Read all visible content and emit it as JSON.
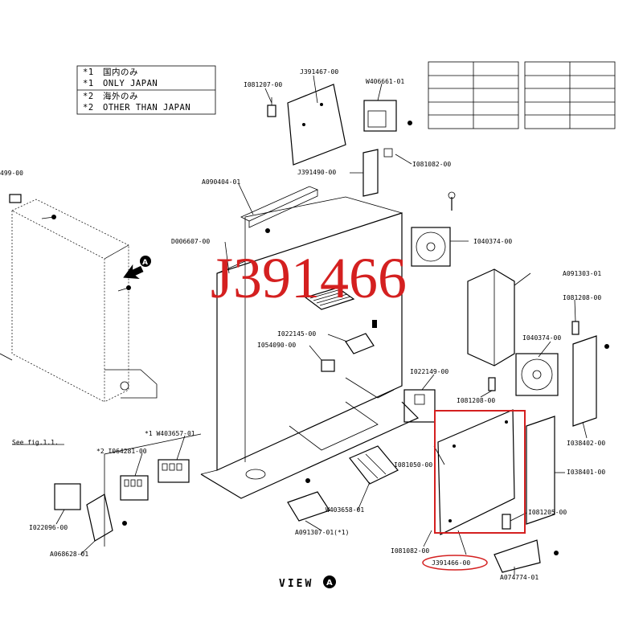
{
  "notes": {
    "line1_mark": "*1",
    "line1_jp": "国内のみ",
    "line2_mark": "*1",
    "line2_en": "ONLY JAPAN",
    "line3_mark": "*2",
    "line3_jp": "海外のみ",
    "line4_mark": "*2",
    "line4_en": "OTHER THAN JAPAN"
  },
  "highlight": {
    "part_number": "J391466",
    "color": "#d42020"
  },
  "view": {
    "label": "VIEW",
    "marker": "A"
  },
  "arrow_marker": "A",
  "see_fig": "See fig.1.1.",
  "parts": {
    "j391467": "J391467-00",
    "i081207": "I081207-00",
    "w406661": "W406661-01",
    "i081082_top": "I081082-00",
    "j391490": "J391490-00",
    "a090404": "A090404-01",
    "left_499": "499-00",
    "d006607": "D006607-00",
    "i040374_a": "I040374-00",
    "a091303": "A091303-01",
    "i081208_a": "I081208-00",
    "i022145": "I022145-00",
    "i054090": "I054090-00",
    "i040374_b": "I040374-00",
    "i022149": "I022149-00",
    "i081208_b": "I081208-00",
    "w403657": "*1 W403657-01",
    "i038402": "I038402-00",
    "i064281": "*2 I064281-00",
    "i081050": "I081050-00",
    "i038401": "I038401-00",
    "w403658": "W403658-01",
    "i081205": "I081205-00",
    "i022096": "I022096-00",
    "a091307": "A091307-01(*1)",
    "i081082_bot": "I081082-00",
    "a068628": "A068628-01",
    "j391466": "J391466-00",
    "a074774": "A074774-01"
  }
}
